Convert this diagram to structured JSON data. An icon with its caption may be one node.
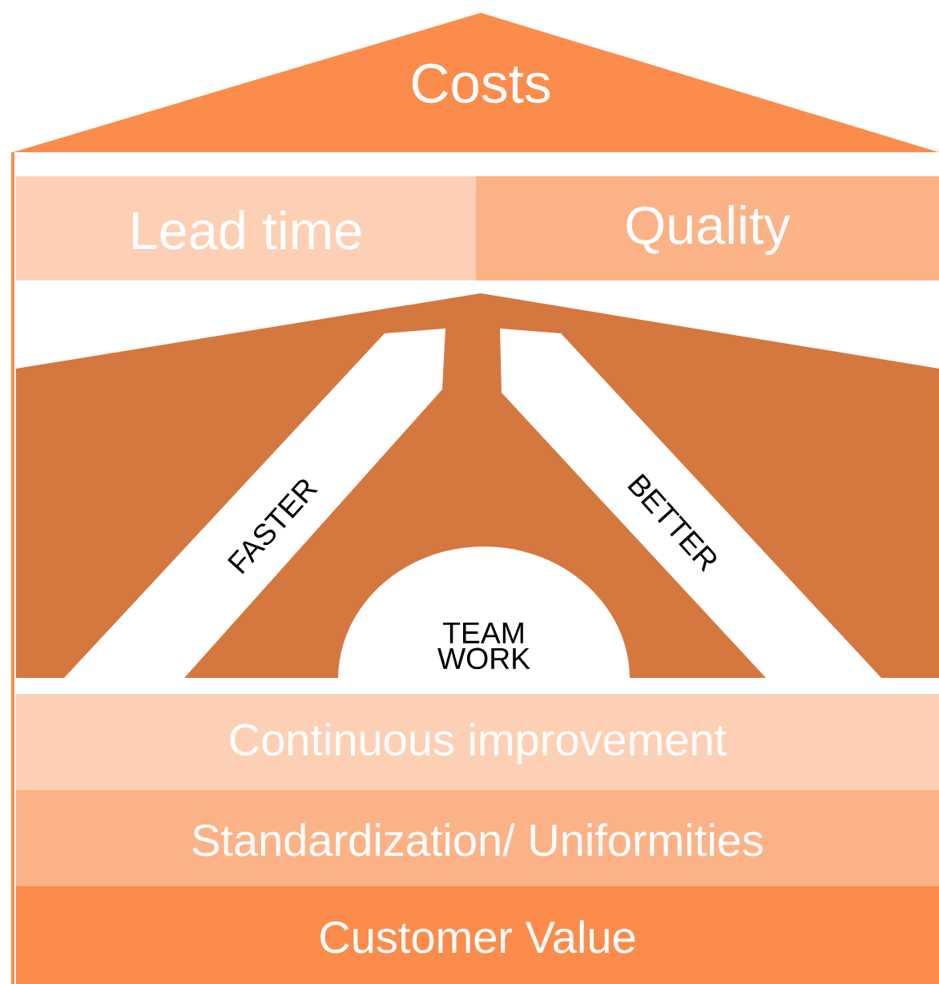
{
  "diagram": {
    "nodes": [
      {
        "text": [
          "Costs"
        ]
      },
      {
        "text": [
          "Lead time"
        ]
      },
      {
        "text": [
          "Quality"
        ]
      },
      {
        "text": [
          "FASTER"
        ]
      },
      {
        "text": [
          "BETTER"
        ]
      },
      {
        "text": [
          "TEAM WORK"
        ]
      },
      {
        "text": [
          "Continuous improvement"
        ]
      },
      {
        "text": [
          "Standardization/ Uniformities"
        ]
      },
      {
        "text": [
          "Customer Value"
        ]
      }
    ]
  }
}
